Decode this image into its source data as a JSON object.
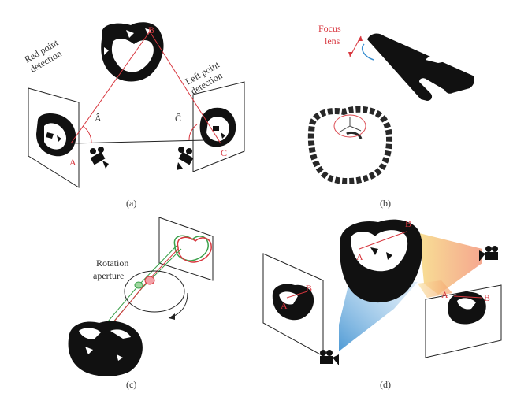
{
  "panel_a": {
    "caption": "(a)",
    "red_point_detection": [
      "Red point",
      "detection"
    ],
    "left_point_detection": [
      "Left point",
      "detection"
    ],
    "point_b": "B",
    "point_a": "A",
    "point_c": "C",
    "angle_a": "Â",
    "angle_c": "Ĉ"
  },
  "panel_b": {
    "caption": "(b)",
    "focus_lens": [
      "Focus",
      "lens"
    ]
  },
  "panel_c": {
    "caption": "(c)",
    "rotation_aperture": [
      "Rotation",
      "aperture"
    ]
  },
  "panel_d": {
    "caption": "(d)",
    "center_a": "A",
    "center_b": "B",
    "left_a": "A",
    "left_b": "B",
    "right_a": "A",
    "right_b": "B"
  },
  "colors": {
    "accent_red": "#d8373f",
    "accent_green": "#3aa04a",
    "gradient_blue": "#3b8fd0",
    "gradient_orange": "#f4a06a",
    "gradient_yellow": "#f6d77a"
  }
}
